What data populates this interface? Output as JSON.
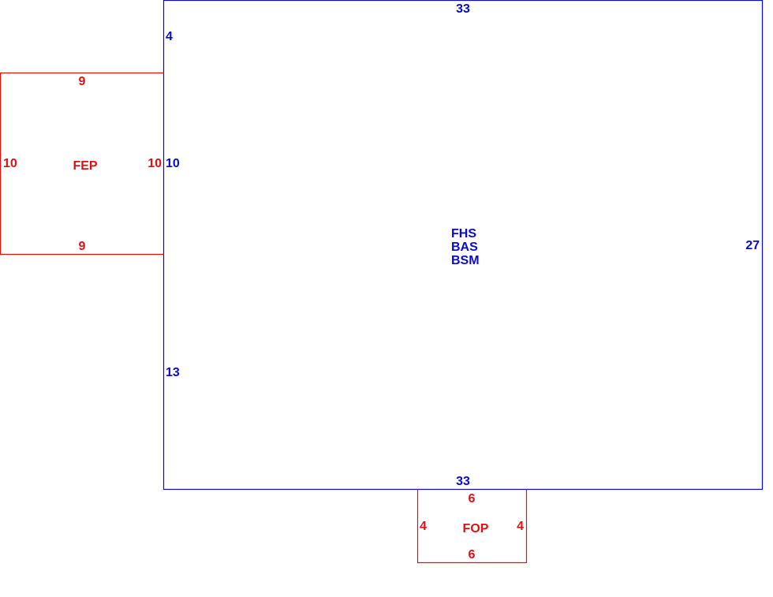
{
  "colors": {
    "main": "#0a0acc",
    "addition": "#dd1111",
    "background": "#ffffff"
  },
  "main_area": {
    "codes": [
      "FHS",
      "BAS",
      "BSM"
    ],
    "dims": {
      "top": "33",
      "bottom": "33",
      "right": "27",
      "left_upper": "4",
      "left_middle": "10",
      "left_lower": "13"
    }
  },
  "fep": {
    "code": "FEP",
    "dims": {
      "top": "9",
      "bottom": "9",
      "left": "10",
      "right": "10"
    }
  },
  "fop": {
    "code": "FOP",
    "dims": {
      "top": "6",
      "bottom": "6",
      "left": "4",
      "right": "4"
    }
  }
}
